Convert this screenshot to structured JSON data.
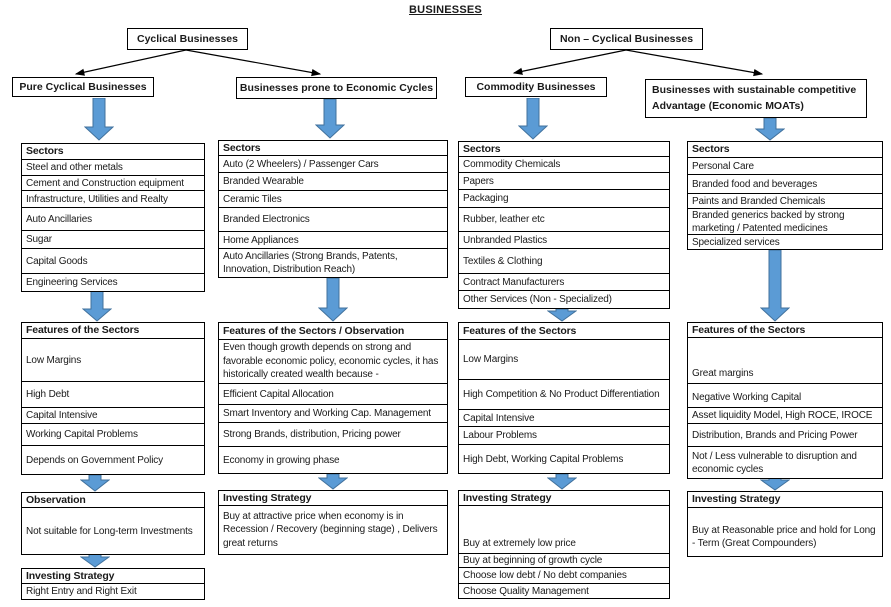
{
  "title": "BUSINESSES",
  "colors": {
    "arrow_fill": "#5b9bd5",
    "arrow_stroke": "#41719c",
    "border": "#000000",
    "background": "#ffffff"
  },
  "level1": [
    {
      "label": "Cyclical Businesses"
    },
    {
      "label": "Non – Cyclical Businesses"
    }
  ],
  "level2": [
    {
      "label": "Pure Cyclical Businesses"
    },
    {
      "label": "Businesses prone to Economic Cycles"
    },
    {
      "label": "Commodity Businesses"
    },
    {
      "label": "Businesses with sustainable competitive Advantage (Economic MOATs)"
    }
  ],
  "columns": [
    {
      "name": "pure-cyclical",
      "sectors": {
        "header": "Sectors",
        "rows": [
          "Steel and other metals",
          "Cement and Construction equipment",
          "Infrastructure, Utilities and Realty",
          "Auto Ancillaries",
          "Sugar",
          "Capital Goods",
          "Engineering Services"
        ]
      },
      "features": {
        "header": "Features of the Sectors",
        "rows": [
          "Low Margins",
          "High Debt",
          "Capital Intensive",
          "Working Capital Problems",
          "Depends on Government Policy"
        ]
      },
      "observation": {
        "header": "Observation",
        "body": "Not suitable for Long-term Investments"
      },
      "strategy": {
        "header": "Investing Strategy",
        "rows": [
          "Right Entry and Right Exit"
        ]
      }
    },
    {
      "name": "prone-to-economic-cycles",
      "sectors": {
        "header": "Sectors",
        "rows": [
          "Auto (2 Wheelers) / Passenger Cars",
          "Branded Wearable",
          "Ceramic Tiles",
          "Branded Electronics",
          "Home Appliances",
          "Auto Ancillaries (Strong Brands, Patents, Innovation, Distribution Reach)"
        ]
      },
      "features": {
        "header": "Features of the Sectors / Observation",
        "rows": [
          "Even though growth depends on strong and favorable economic policy, economic cycles, it has historically created wealth because -",
          "Efficient Capital Allocation",
          "Smart Inventory and Working Cap. Management",
          "Strong Brands, distribution, Pricing power",
          "Economy in growing phase"
        ]
      },
      "strategy": {
        "header": "Investing Strategy",
        "body": "Buy at attractive price when economy is in Recession / Recovery (beginning stage) , Delivers great returns"
      }
    },
    {
      "name": "commodity",
      "sectors": {
        "header": "Sectors",
        "rows": [
          "Commodity Chemicals",
          "Papers",
          "Packaging",
          "Rubber, leather etc",
          "Unbranded Plastics",
          "Textiles & Clothing",
          "Contract Manufacturers",
          "Other Services (Non - Specialized)"
        ]
      },
      "features": {
        "header": "Features of the Sectors",
        "rows": [
          "Low Margins",
          "High Competition & No Product Differentiation",
          "Capital Intensive",
          "Labour Problems",
          "High Debt, Working Capital Problems"
        ]
      },
      "strategy": {
        "header": "Investing Strategy",
        "rows": [
          "Buy at extremely low price",
          "Buy at beginning of growth cycle",
          "Choose low debt / No debt companies",
          "Choose Quality Management"
        ]
      }
    },
    {
      "name": "economic-moats",
      "sectors": {
        "header": "Sectors",
        "rows": [
          "Personal Care",
          "Branded food and beverages",
          "Paints and Branded Chemicals",
          "Branded generics backed by strong marketing / Patented medicines",
          "Specialized services"
        ]
      },
      "features": {
        "header": "Features of the Sectors",
        "rows": [
          "Great margins",
          "Negative Working Capital",
          "Asset liquidity Model, High ROCE, IROCE",
          "Distribution, Brands and Pricing Power",
          "Not / Less vulnerable to disruption and economic cycles"
        ]
      },
      "strategy": {
        "header": "Investing Strategy",
        "body": "Buy at Reasonable price and hold for Long - Term (Great Compounders)"
      }
    }
  ]
}
